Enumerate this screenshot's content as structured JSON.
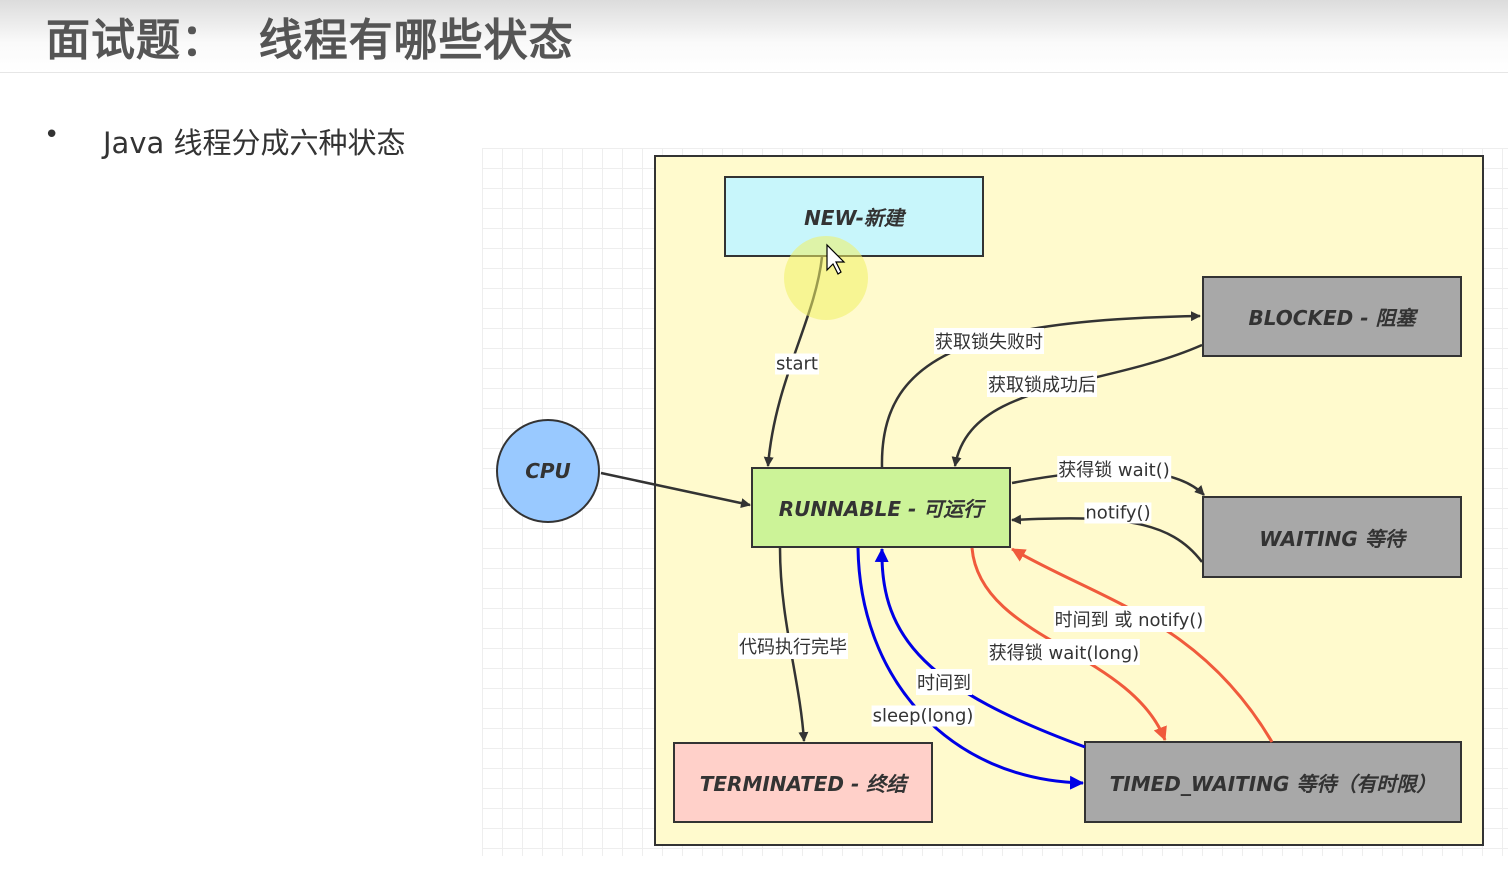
{
  "header": {
    "title": "面试题：  线程有哪些状态"
  },
  "content": {
    "bullet": "•",
    "text": "Java 线程分成六种状态"
  },
  "diagram": {
    "nodes": {
      "new": "NEW-新建",
      "runnable": "RUNNABLE - 可运行",
      "blocked": "BLOCKED - 阻塞",
      "waiting": "WAITING 等待",
      "timed_waiting": "TIMED_WAITING 等待（有时限）",
      "terminated": "TERMINATED - 终结",
      "cpu": "CPU"
    },
    "edges": {
      "start": "start",
      "lock_fail": "获取锁失败时",
      "lock_success": "获取锁成功后",
      "wait": "获得锁 wait()",
      "notify": "notify()",
      "done": "代码执行完毕",
      "timeout_notify": "时间到 或 notify()",
      "wait_long": "获得锁 wait(long)",
      "timeout": "时间到",
      "sleep_long": "sleep(long)"
    },
    "colors": {
      "panel": "#fffacd",
      "new": "#c8f6fb",
      "runnable": "#ccf398",
      "blocked": "#a8a8a8",
      "terminated": "#ffd0c9",
      "cpu": "#99c9ff",
      "dark_arrow": "#333333",
      "blue_arrow": "#0000e6",
      "red_arrow": "#f05a3c"
    }
  }
}
